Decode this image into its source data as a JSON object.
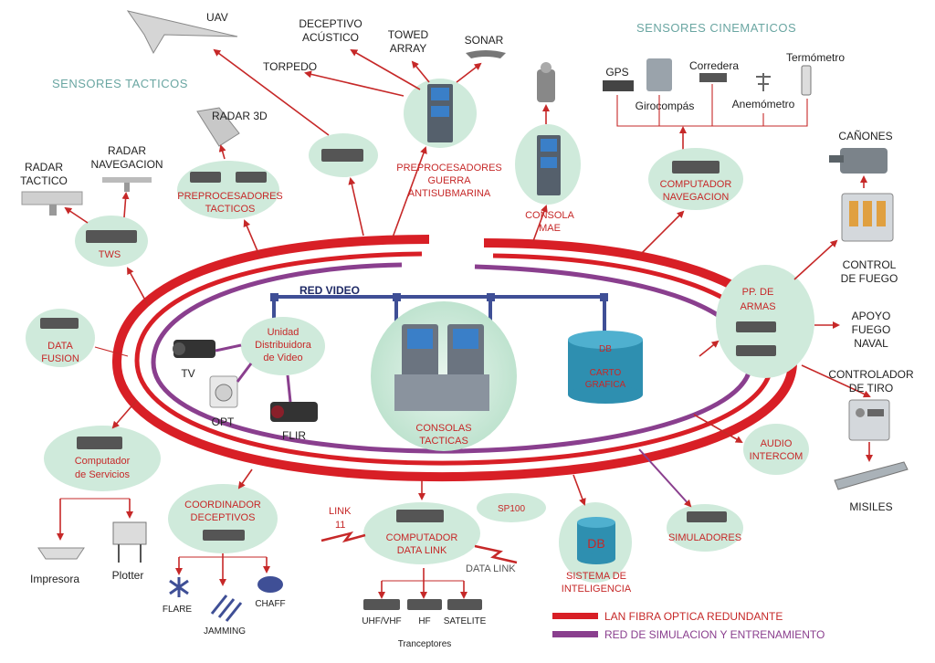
{
  "colors": {
    "lan_red": "#d81f26",
    "sim_purple": "#8a3f8e",
    "video_blue": "#3f4f96",
    "bubble_green": "#cfeadb",
    "label_red": "#c62828",
    "section_teal": "#6aa6a2",
    "db_teal": "#2e8fb0"
  },
  "sections": {
    "tacticos": "SENSORES TACTICOS",
    "cinematicos": "SENSORES CINEMATICOS"
  },
  "sensors": {
    "uav": "UAV",
    "torpedo": "TORPEDO",
    "decep_1": "DECEPTIVO",
    "decep_2": "ACÚSTICO",
    "towed_1": "TOWED",
    "towed_2": "ARRAY",
    "sonar": "SONAR",
    "radar3d": "RADAR 3D",
    "radar_nav_1": "RADAR",
    "radar_nav_2": "NAVEGACION",
    "radar_tac_1": "RADAR",
    "radar_tac_2": "TACTICO"
  },
  "cinematic": {
    "gps": "GPS",
    "corredera": "Corredera",
    "termometro": "Termómetro",
    "girocompas": "Girocompás",
    "anemometro": "Anemómetro"
  },
  "nodes": {
    "preproc_asw_1": "PREPROCESADORES",
    "preproc_asw_2": "GUERRA",
    "preproc_asw_3": "ANTISUBMARINA",
    "consola_mae_1": "CONSOLA",
    "consola_mae_2": "MAE",
    "comp_nav_1": "COMPUTADOR",
    "comp_nav_2": "NAVEGACION",
    "preproc_tac_1": "PREPROCESADORES",
    "preproc_tac_2": "TACTICOS",
    "tws": "TWS",
    "data_fusion_1": "DATA",
    "data_fusion_2": "FUSION",
    "comp_serv_1": "Computador",
    "comp_serv_2": "de Servicios",
    "coord_decep_1": "COORDINADOR",
    "coord_decep_2": "DECEPTIVOS",
    "comp_dl_1": "COMPUTADOR",
    "comp_dl_2": "DATA LINK",
    "sp100": "SP100",
    "db": "DB",
    "sist_int_1": "SISTEMA DE",
    "sist_int_2": "INTELIGENCIA",
    "simuladores": "SIMULADORES",
    "audio_1": "AUDIO",
    "audio_2": "INTERCOM",
    "pp_armas_1": "PP. DE",
    "pp_armas_2": "ARMAS",
    "udv_1": "Unidad",
    "udv_2": "Distribuidora",
    "udv_3": "de Video",
    "red_video": "RED VIDEO",
    "consolas_1": "CONSOLAS",
    "consolas_2": "TACTICAS",
    "cartografica_db": "DB",
    "cartografica_1": "CARTO",
    "cartografica_2": "GRAFICA"
  },
  "video_devices": {
    "tv": "TV",
    "opt": "OPT",
    "flir": "FLIR"
  },
  "weapons": {
    "canones": "CAÑONES",
    "control_fuego_1": "CONTROL",
    "control_fuego_2": "DE FUEGO",
    "apoyo_1": "APOYO",
    "apoyo_2": "FUEGO",
    "apoyo_3": "NAVAL",
    "controlador_1": "CONTROLADOR",
    "controlador_2": "DE TIRO",
    "misiles": "MISILES"
  },
  "outputs": {
    "impresora": "Impresora",
    "plotter": "Plotter",
    "flare": "FLARE",
    "jamming": "JAMMING",
    "chaff": "CHAFF"
  },
  "links": {
    "link11_1": "LINK",
    "link11_2": "11",
    "data_link": "DATA LINK",
    "uhf": "UHF/VHF",
    "hf": "HF",
    "satelite": "SATELITE",
    "tranceptores": "Tranceptores"
  },
  "legend": {
    "lan": "LAN  FIBRA OPTICA REDUNDANTE",
    "sim": "RED DE SIMULACION Y ENTRENAMIENTO"
  }
}
